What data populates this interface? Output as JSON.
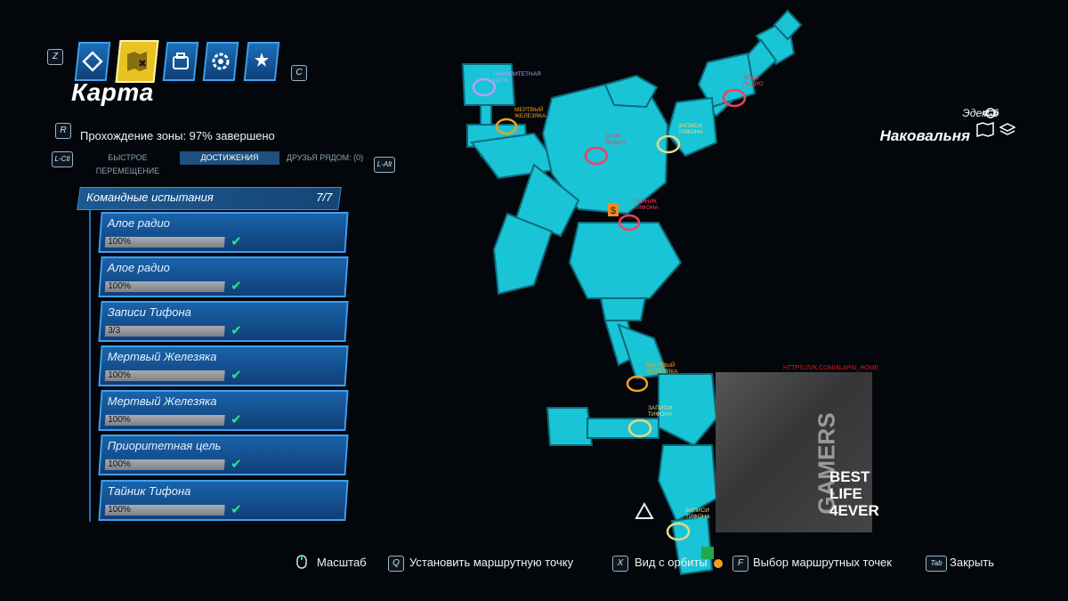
{
  "keys": {
    "prev_tab": "Z",
    "next_tab": "C",
    "reset": "R",
    "left_sub": "L-Ctl",
    "right_sub": "L-Alt"
  },
  "menu": {
    "title": "Карта",
    "tabs": [
      {
        "icon": "diamond-icon"
      },
      {
        "icon": "map-icon",
        "active": true
      },
      {
        "icon": "backpack-icon"
      },
      {
        "icon": "skill-gear-icon"
      },
      {
        "icon": "badge-icon"
      }
    ]
  },
  "zone_progress": "Прохождение зоны: 97% завершено",
  "subtabs": [
    "Быстрое перемещение",
    "Достижения",
    "Друзья рядом: (0)"
  ],
  "panel": {
    "title": "Командные испытания",
    "count": "7/7"
  },
  "challenges": [
    {
      "title": "Алое радио",
      "progress_text": "100%",
      "fraction": 1.0
    },
    {
      "title": "Алое радио",
      "progress_text": "100%",
      "fraction": 1.0
    },
    {
      "title": "Записи Тифона",
      "progress_text": "3/3",
      "fraction": 1.0
    },
    {
      "title": "Мертвый Железяка",
      "progress_text": "100%",
      "fraction": 1.0
    },
    {
      "title": "Мертвый Железяка",
      "progress_text": "100%",
      "fraction": 1.0
    },
    {
      "title": "Приоритетная цель",
      "progress_text": "100%",
      "fraction": 1.0
    },
    {
      "title": "Тайник Тифона",
      "progress_text": "100%",
      "fraction": 1.0
    }
  ],
  "location": {
    "planet": "Эдем-6",
    "area": "Наковальня"
  },
  "map_labels": {
    "priority_target": "Приоритетная цель",
    "dead_claptrap_1": "Мертвый железяка",
    "dead_claptrap_2": "Мертвый железяка",
    "typhon_log_1": "Записи Тифона",
    "typhon_log_2": "Записи Тифона",
    "typhon_log_3": "Записи Тифона",
    "typhon_stash": "Тайник Тифона",
    "radio_1": "Алое радио",
    "radio_2": "Алое радио"
  },
  "watermark": {
    "url": "HTTPS://VK.COM/ALAPAI_HOME",
    "gamers": "GAMERS",
    "best": "BEST",
    "life": "LIFE",
    "forever": "4EVER"
  },
  "hints": [
    {
      "key": "mouse-icon",
      "label": "Масштаб"
    },
    {
      "key": "Q",
      "label": "Установить маршрутную точку"
    },
    {
      "key": "X",
      "label": "Вид с орбиты"
    },
    {
      "key": "F",
      "label": "Выбор маршрутных точек"
    },
    {
      "key": "Tab",
      "label": "Закрыть"
    }
  ],
  "colors": {
    "map_fill": "#19c4d6",
    "map_edge": "#0c7d8a",
    "accent_blue": "#1d62a8",
    "active_tab": "#e9c322",
    "check": "#22e88a",
    "radio_marker": "#ff3b5c",
    "log_marker": "#e6d88a",
    "claptrap_marker": "#f0a020",
    "priority_marker": "#b79cff"
  }
}
